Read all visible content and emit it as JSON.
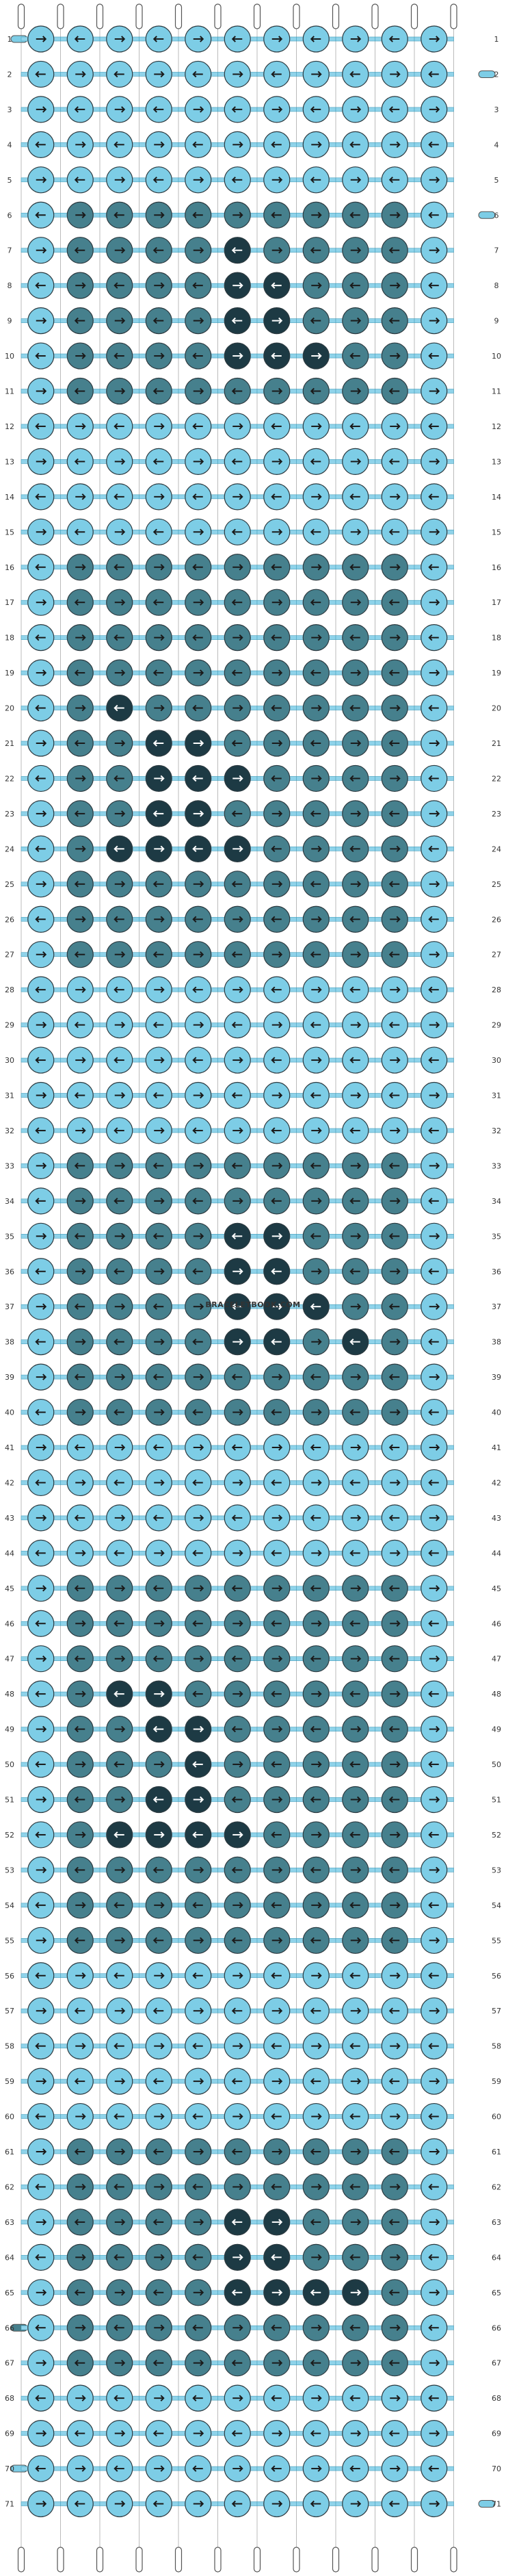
{
  "watermark": "BRACELETBOOK.COM",
  "grid": {
    "rows": 71,
    "strings": 12
  },
  "colors": {
    "A": "#7dcde6",
    "B": "#46808d",
    "C": "#1d3a44",
    "string_stroke": "#555555",
    "knot_stroke": "#2d3a40",
    "connector_light": "#8fd3ea",
    "connector_edge": "#4aa0bc"
  },
  "strings_order": [
    "A",
    "A",
    "A",
    "A",
    "A",
    "A",
    "A",
    "A",
    "A",
    "A",
    "A",
    "A"
  ],
  "knot_colors": [
    "AAAAAAAAAAA",
    "AAAAAAAAAAA",
    "AAAAAAAAAAA",
    "AAAAAAAAAAA",
    "AAAAAAAAAAA",
    "ABBBBBBBBBA",
    "ABBBBCBBBBA",
    "ABBBBCCBBBA",
    "ABBBBCCBBBA",
    "ABBBBCCCBBA",
    "ABBBBBBBBBA",
    "AAAAAAAAAAA",
    "AAAAAAAAAAA",
    "AAAAAAAAAAA",
    "AAAAAAAAAAA",
    "ABBBBBBBBBA",
    "ABBBBBBBBBA",
    "ABBBBBBBBBA",
    "ABBBBBBBBBA",
    "ABCBBBBBBBA",
    "ABBCCBBBBBA",
    "ABBCCCBBBBA",
    "ABBCCBBBBBA",
    "ABCCCCBBBBA",
    "ABBBBBBBBBA",
    "ABBBBBBBBBA",
    "ABBBBBBBBBA",
    "AAAAAAAAAAA",
    "AAAAAAAAAAA",
    "AAAAAAAAAAA",
    "AAAAAAAAAAA",
    "AAAAAAAAAAA",
    "ABBBBBBBBBA",
    "ABBBBBBBBBA",
    "ABBBBCCBBBA",
    "ABBBBCCBBBA",
    "ABBBBCCCBBA",
    "ABBBBCCBCBA",
    "ABBBBBBBBBA",
    "ABBBBBBBBBA",
    "AAAAAAAAAAA",
    "AAAAAAAAAAA",
    "AAAAAAAAAAA",
    "AAAAAAAAAAA",
    "ABBBBBBBBBA",
    "ABBBBBBBBBA",
    "ABBBBBBBBBA",
    "ABCCBBBBBBA",
    "ABBCCBBBBBA",
    "ABBBCBBBBBA",
    "ABBCCBBBBBA",
    "ABCCCCBBBBA",
    "ABBBBBBBBBA",
    "ABBBBBBBBBA",
    "ABBBBBBBBBA",
    "AAAAAAAAAAA",
    "AAAAAAAAAAA",
    "AAAAAAAAAAA",
    "AAAAAAAAAAA",
    "AAAAAAAAAAA",
    "ABBBBBBBBBA",
    "ABBBBBBBBBA",
    "ABBBBCCBBBA",
    "ABBBBCCBBBA",
    "ABBBBCCCCBA",
    "ABBBBBBBBBA",
    "ABBBBBBBBBA",
    "AAAAAAAAAAA",
    "AAAAAAAAAAA",
    "AAAAAAAAAAA",
    "AAAAAAAAAAA"
  ],
  "arrow_pattern": [
    "RLRLRLRLRLR",
    "LRLRLRLRLRL"
  ],
  "side_markers": [
    {
      "row": 1,
      "side": "left"
    },
    {
      "row": 2,
      "side": "right"
    },
    {
      "row": 6,
      "side": "right"
    },
    {
      "row": 66,
      "side": "left"
    },
    {
      "row": 70,
      "side": "left"
    },
    {
      "row": 71,
      "side": "right"
    }
  ]
}
